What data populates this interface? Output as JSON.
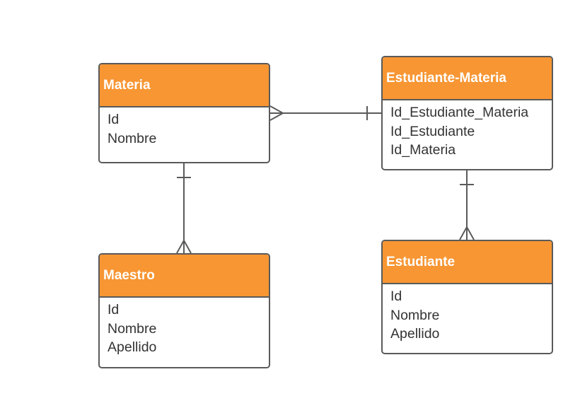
{
  "colors": {
    "header_fill": "#f79633",
    "border": "#5a5a5a",
    "text": "#333333",
    "header_text": "#ffffff"
  },
  "entities": {
    "materia": {
      "title": "Materia",
      "attributes": [
        "Id",
        "Nombre"
      ]
    },
    "estudiante_materia": {
      "title": "Estudiante-Materia",
      "attributes": [
        "Id_Estudiante_Materia",
        "Id_Estudiante",
        "Id_Materia"
      ]
    },
    "maestro": {
      "title": "Maestro",
      "attributes": [
        "Id",
        "Nombre",
        "Apellido"
      ]
    },
    "estudiante": {
      "title": "Estudiante",
      "attributes": [
        "Id",
        "Nombre",
        "Apellido"
      ]
    }
  },
  "relationships": [
    {
      "from": "Materia",
      "from_cardinality": "many",
      "to": "Estudiante-Materia",
      "to_cardinality": "one"
    },
    {
      "from": "Materia",
      "from_cardinality": "one",
      "to": "Maestro",
      "to_cardinality": "many"
    },
    {
      "from": "Estudiante-Materia",
      "from_cardinality": "one",
      "to": "Estudiante",
      "to_cardinality": "many"
    }
  ]
}
